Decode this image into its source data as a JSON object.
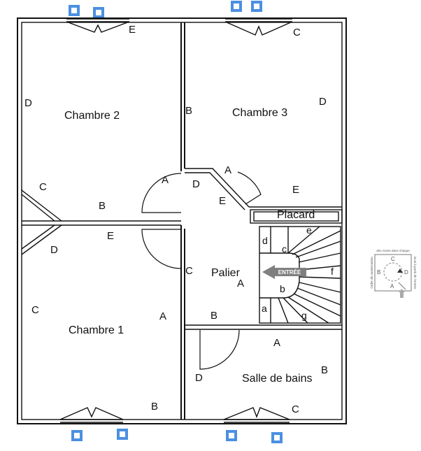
{
  "rooms": {
    "chambre2": "Chambre 2",
    "chambre3": "Chambre 3",
    "chambre1": "Chambre 1",
    "palier": "Palier",
    "salle_de_bains": "Salle de bains",
    "placard": "Placard"
  },
  "entree_label": "ENTRÉE",
  "zone_letters": {
    "a": "A",
    "b": "B",
    "c": "C",
    "d": "D",
    "e": "E"
  },
  "stair_letters": {
    "a": "a",
    "b": "b",
    "c": "c",
    "d": "d",
    "e": "e",
    "f": "f",
    "g": "g"
  },
  "legend": {
    "caption_top": "des zones dans chaque",
    "caption_left": "Ordre de numérotation",
    "caption_right": "local à partir de l'entrée",
    "letters": [
      "C",
      "B",
      "D",
      "A"
    ]
  },
  "colors": {
    "sensor": "#4a90e2",
    "arrow": "#7f7f7f",
    "walls": "#111111"
  }
}
